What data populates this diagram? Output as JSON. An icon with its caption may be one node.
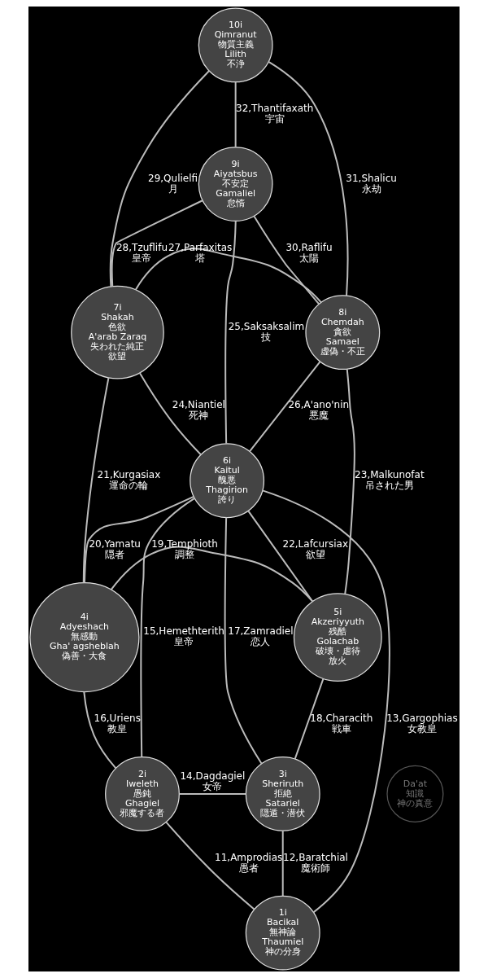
{
  "diagram": {
    "nodes": [
      {
        "text": [
          "10i",
          "Qimranut",
          "物質主義",
          "Lilith",
          "不浄"
        ]
      },
      {
        "text": [
          "9i",
          "Aiyatsbus",
          "不安定",
          "Gamaliel",
          "怠惰"
        ]
      },
      {
        "text": [
          "7i",
          "Shakah",
          "色欲",
          "A'arab Zaraq",
          "失われた純正",
          "欲望"
        ]
      },
      {
        "text": [
          "8i",
          "Chemdah",
          "貪欲",
          "Samael",
          "虚偽・不正"
        ]
      },
      {
        "text": [
          "6i",
          "Kaitul",
          "醜悪",
          "Thagirion",
          "誇り"
        ]
      },
      {
        "text": [
          "4i",
          "Adyeshach",
          "無感動",
          "Gha' agsheblah",
          "偽善・大食"
        ]
      },
      {
        "text": [
          "5i",
          "Akzeriyyuth",
          "残酷",
          "Golachab",
          "破壊・虐待",
          "放火"
        ]
      },
      {
        "text": [
          "Da'at",
          "知識",
          "神の真意"
        ]
      },
      {
        "text": [
          "2i",
          "Iweleth",
          "愚鈍",
          "Ghagiel",
          "邪魔する者"
        ]
      },
      {
        "text": [
          "3i",
          "Sheriruth",
          "拒絶",
          "Satariel",
          "隠遁・潜伏"
        ]
      },
      {
        "text": [
          "1i",
          "Bacikal",
          "無神論",
          "Thaumiel",
          "神の分身"
        ]
      }
    ],
    "edges": [
      {
        "from": 0,
        "to": 2,
        "arrow": "none",
        "label": "29,Qulielfi 月"
      },
      {
        "from": 0,
        "to": 1,
        "arrow": "none",
        "label": "32,Thantifaxath 宇宙"
      },
      {
        "from": 0,
        "to": 3,
        "arrow": "none",
        "label": "31,Shalicu 永劫"
      },
      {
        "from": 1,
        "to": 2,
        "arrow": "none",
        "label": "28,Tzuflifu 皇帝"
      },
      {
        "from": 1,
        "to": 3,
        "arrow": "none",
        "label": "30,Raflifu 太陽"
      },
      {
        "from": 2,
        "to": 3,
        "arrow": "none",
        "label": "27,Parfaxitas 塔"
      },
      {
        "from": 1,
        "to": 4,
        "arrow": "none",
        "label": "25,Saksaksalim 技"
      },
      {
        "from": 2,
        "to": 4,
        "arrow": "none",
        "label": "24,Niantiel 死神"
      },
      {
        "from": 3,
        "to": 4,
        "arrow": "none",
        "label": "26,A'ano'nin 悪魔"
      },
      {
        "from": 2,
        "to": 5,
        "arrow": "none",
        "label": "21,Kurgasiax 運命の輪"
      },
      {
        "from": 3,
        "to": 6,
        "arrow": "none",
        "label": "23,Malkunofat 吊された男"
      },
      {
        "from": 4,
        "to": 5,
        "arrow": "none",
        "label": "20,Yamatu 隠者"
      },
      {
        "from": 4,
        "to": 6,
        "arrow": "none",
        "label": "22,Lafcursiax 欲望"
      },
      {
        "from": 5,
        "to": 6,
        "arrow": "none",
        "label": "19,Temphioth 調整"
      },
      {
        "from": 4,
        "to": 8,
        "arrow": "none",
        "label": "15,Hemethterith 皇帝"
      },
      {
        "from": 4,
        "to": 10,
        "arrow": "none",
        "label": "13,Gargophias 女教皇"
      },
      {
        "from": 4,
        "to": 9,
        "arrow": "none",
        "label": "17,Zamradiel 恋人"
      },
      {
        "from": 5,
        "to": 8,
        "arrow": "none",
        "label": "16,Uriens 教皇"
      },
      {
        "from": 6,
        "to": 9,
        "arrow": "none",
        "label": "18,Characith 戦車"
      },
      {
        "from": 8,
        "to": 9,
        "arrow": "none",
        "label": "14,Dagdagiel 女帝"
      },
      {
        "from": 8,
        "to": 10,
        "arrow": "none",
        "label": "11,Amprodias 愚者"
      },
      {
        "from": 9,
        "to": 10,
        "arrow": "none",
        "label": "12,Baratchial 魔術師"
      }
    ]
  }
}
